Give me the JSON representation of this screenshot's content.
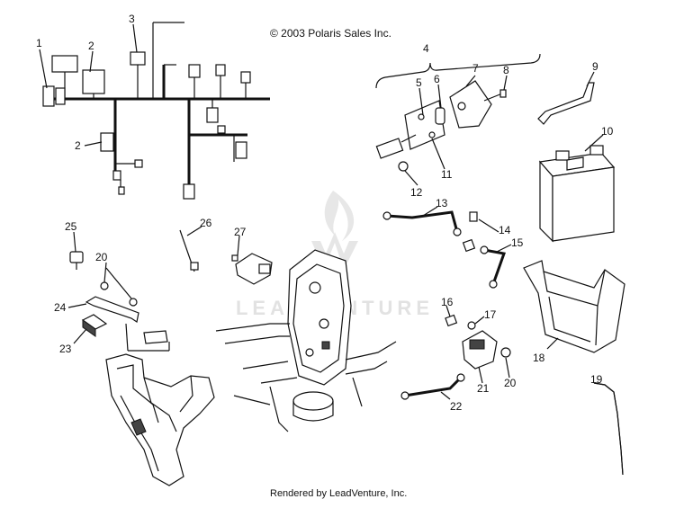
{
  "copyright": "© 2003 Polaris Sales Inc.",
  "footer": "Rendered by LeadVenture, Inc.",
  "watermark": "LEADVENTURE",
  "callouts": [
    "1",
    "2",
    "2",
    "3",
    "4",
    "5",
    "6",
    "7",
    "8",
    "9",
    "10",
    "11",
    "12",
    "13",
    "14",
    "15",
    "16",
    "17",
    "18",
    "19",
    "20",
    "20",
    "21",
    "22",
    "23",
    "24",
    "25",
    "26",
    "27"
  ]
}
